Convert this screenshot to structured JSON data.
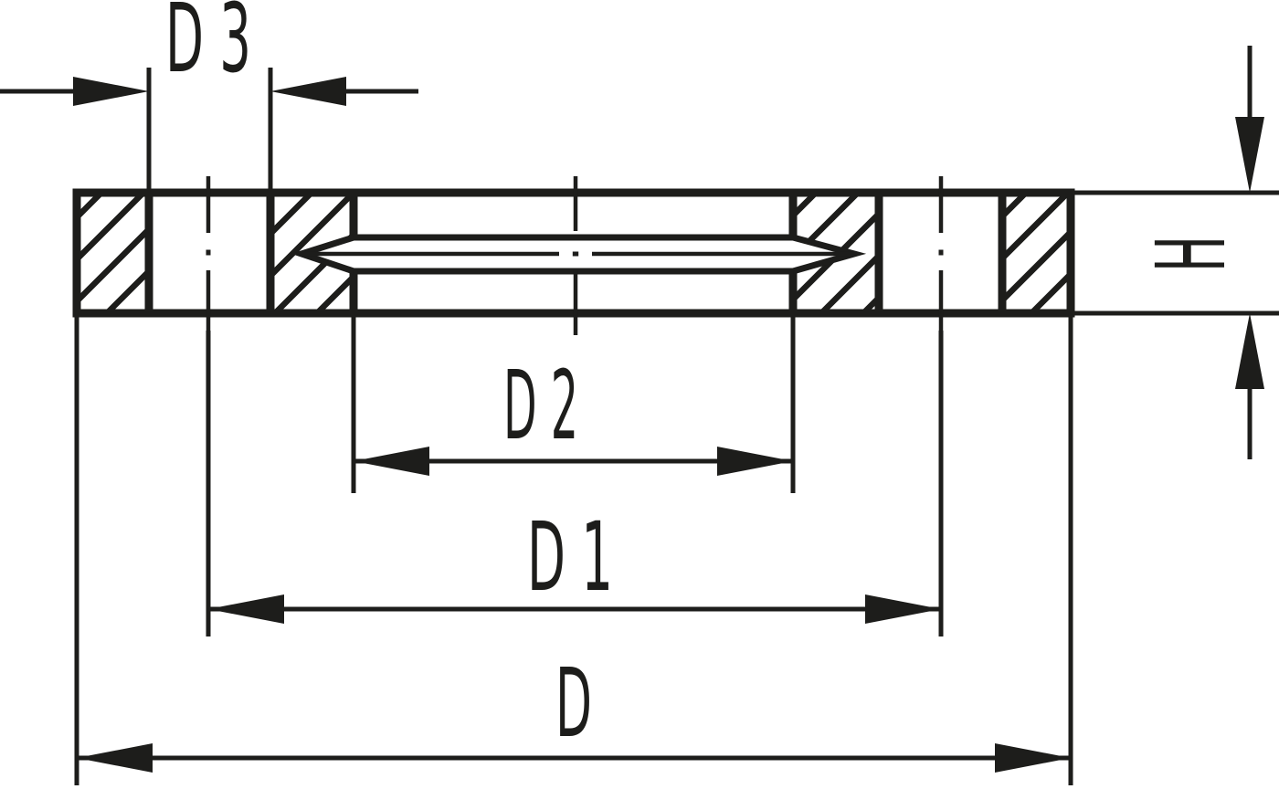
{
  "drawing": {
    "labels": {
      "d3": "D 3",
      "h": "H",
      "d2": "D 2",
      "d1": "D 1",
      "d": "D"
    },
    "colors": {
      "line": "#1d1d1b",
      "background": "#ffffff"
    }
  }
}
